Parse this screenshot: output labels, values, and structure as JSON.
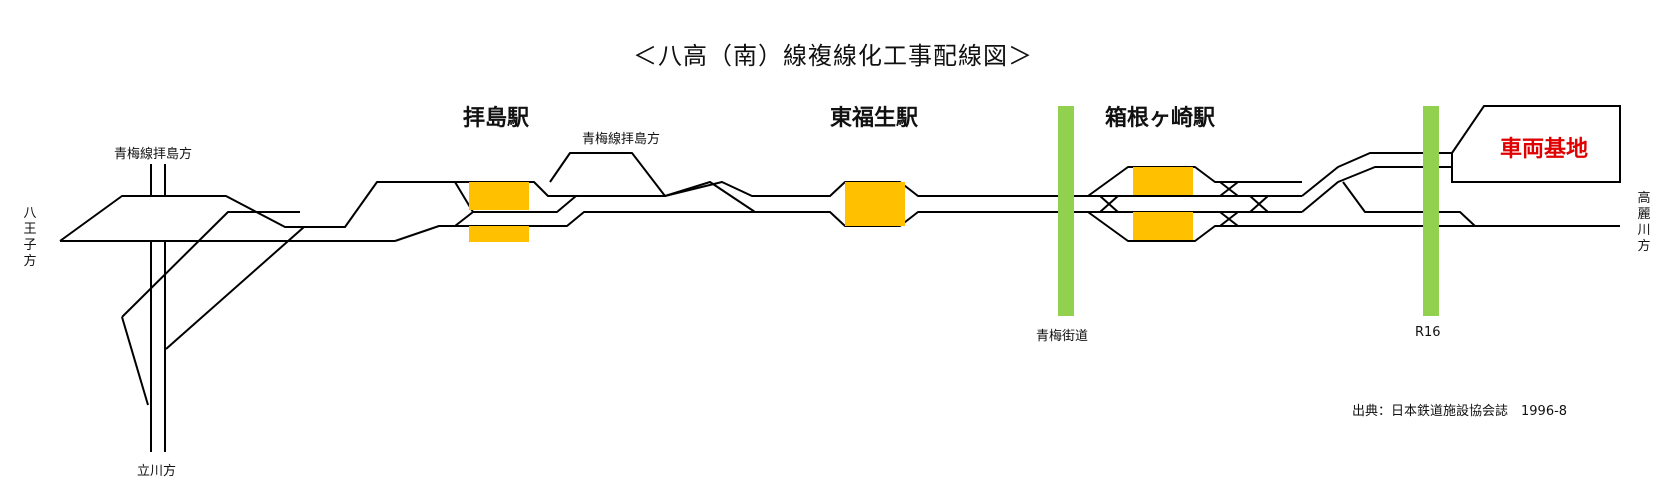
{
  "title": "＜八高（南）線複線化工事配線図＞",
  "stations": {
    "haijima": "拝島駅",
    "higashifussa": "東福生駅",
    "hakonegasaki": "箱根ヶ崎駅"
  },
  "directions": {
    "hachioji": "八王子方",
    "ome_line_haijima_left": "青梅線拝島方",
    "ome_line_haijima_mid": "青梅線拝島方",
    "tachikawa": "立川方",
    "komagawa": "高麗川方"
  },
  "roads": {
    "ome_kaido": "青梅街道",
    "r16": "R16"
  },
  "depot": "車両基地",
  "source": "出典：日本鉄道施設協会誌　1996-8",
  "colors": {
    "track": "#000000",
    "platform": "#ffc000",
    "road": "#92d050",
    "depot_text": "#e00000"
  }
}
